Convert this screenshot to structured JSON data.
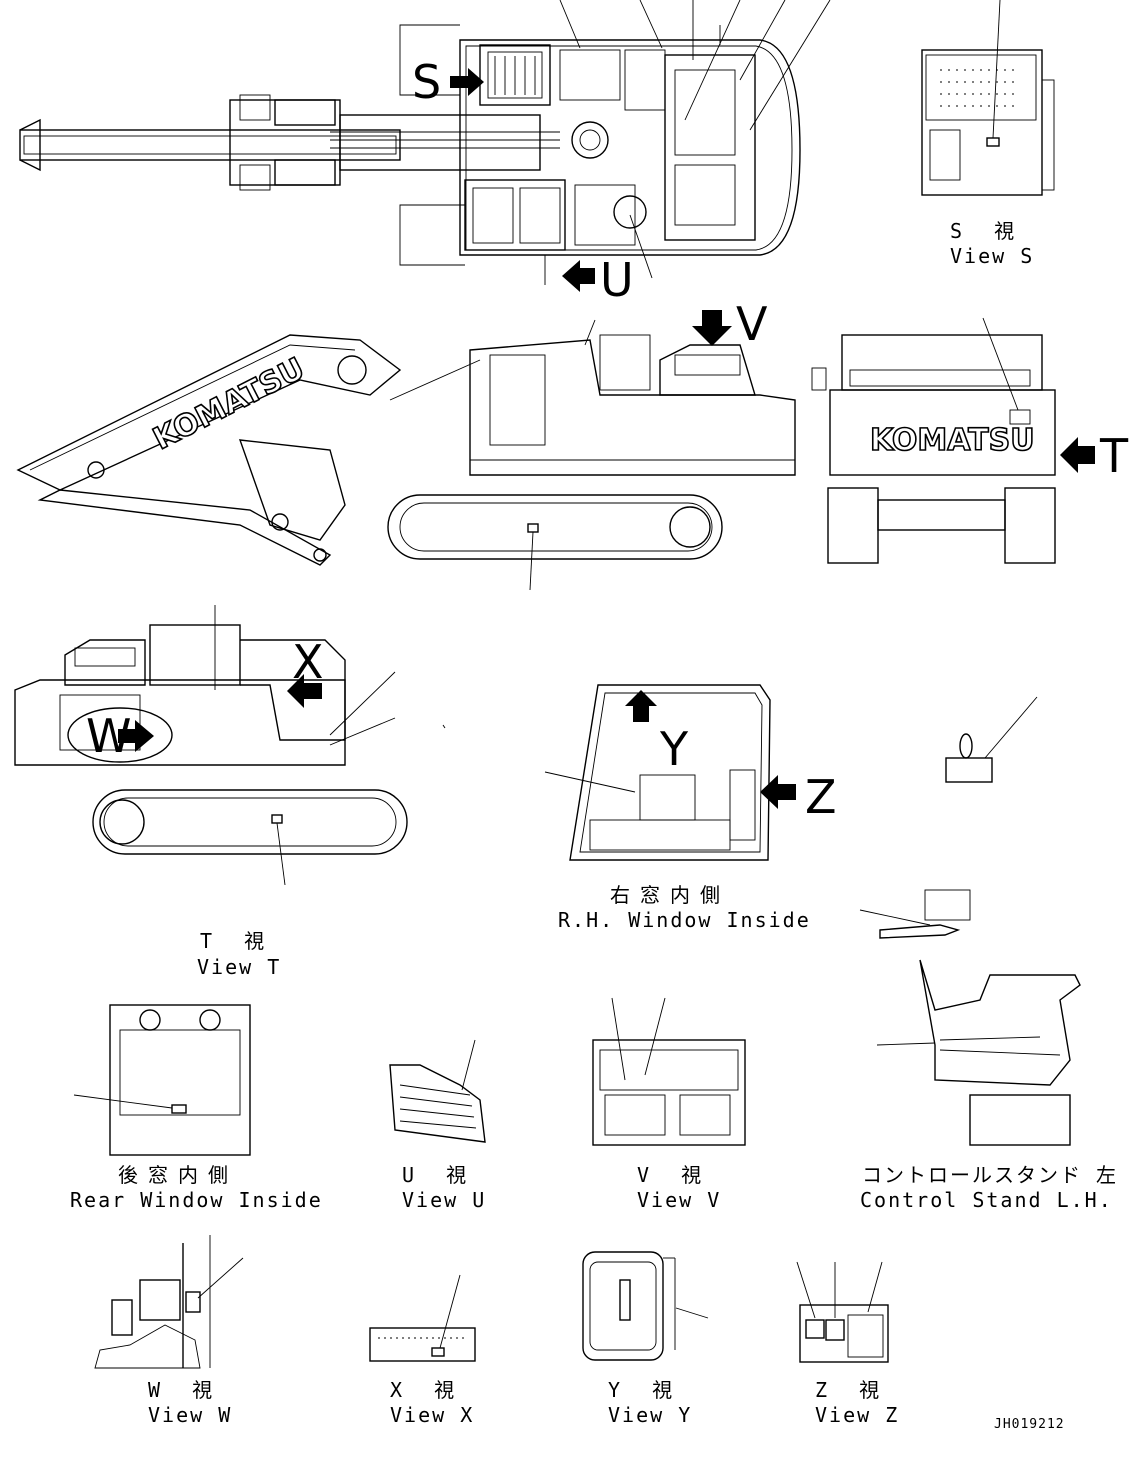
{
  "captions": {
    "view_s": {
      "jp": "S 視",
      "en": "View S"
    },
    "view_t": {
      "jp": "T 視",
      "en": "View T"
    },
    "rh_window": {
      "jp": "右窓内側",
      "en": "R.H. Window Inside"
    },
    "rear_window": {
      "jp": "後窓内側",
      "en": "Rear Window Inside"
    },
    "view_u": {
      "jp": "U 視",
      "en": "View U"
    },
    "view_v": {
      "jp": "V 視",
      "en": "View V"
    },
    "control_stand": {
      "jp": "コントロールスタンド 左",
      "en": "Control Stand L.H."
    },
    "view_w": {
      "jp": "W 視",
      "en": "View W"
    },
    "view_x": {
      "jp": "X 視",
      "en": "View X"
    },
    "view_y": {
      "jp": "Y 視",
      "en": "View Y"
    },
    "view_z": {
      "jp": "Z 視",
      "en": "View Z"
    }
  },
  "view_letters": {
    "s": "S",
    "u": "U",
    "v": "V",
    "t": "T",
    "w": "W",
    "x": "X",
    "y": "Y",
    "z": "Z"
  },
  "brand": "KOMATSU",
  "drawing_code": "JH019212"
}
